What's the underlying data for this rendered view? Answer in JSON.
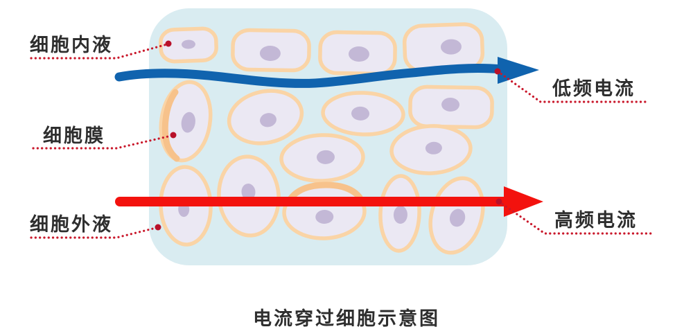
{
  "diagram": {
    "caption": "电流穿过细胞示意图",
    "labels": {
      "intracellular": "细胞内液",
      "membrane": "细胞膜",
      "extracellular": "细胞外液",
      "low_freq": "低频电流",
      "high_freq": "高频电流"
    },
    "colors": {
      "tissue_bg": "#d9ecf1",
      "cell_fill": "#ebe8f3",
      "cell_membrane": "#fad4a6",
      "nucleus": "#c3b8d6",
      "low_freq_arrow": "#1063ae",
      "high_freq_arrow": "#f3120e",
      "leader_line": "#c9182b",
      "label_text": "#2e2e2e"
    }
  }
}
